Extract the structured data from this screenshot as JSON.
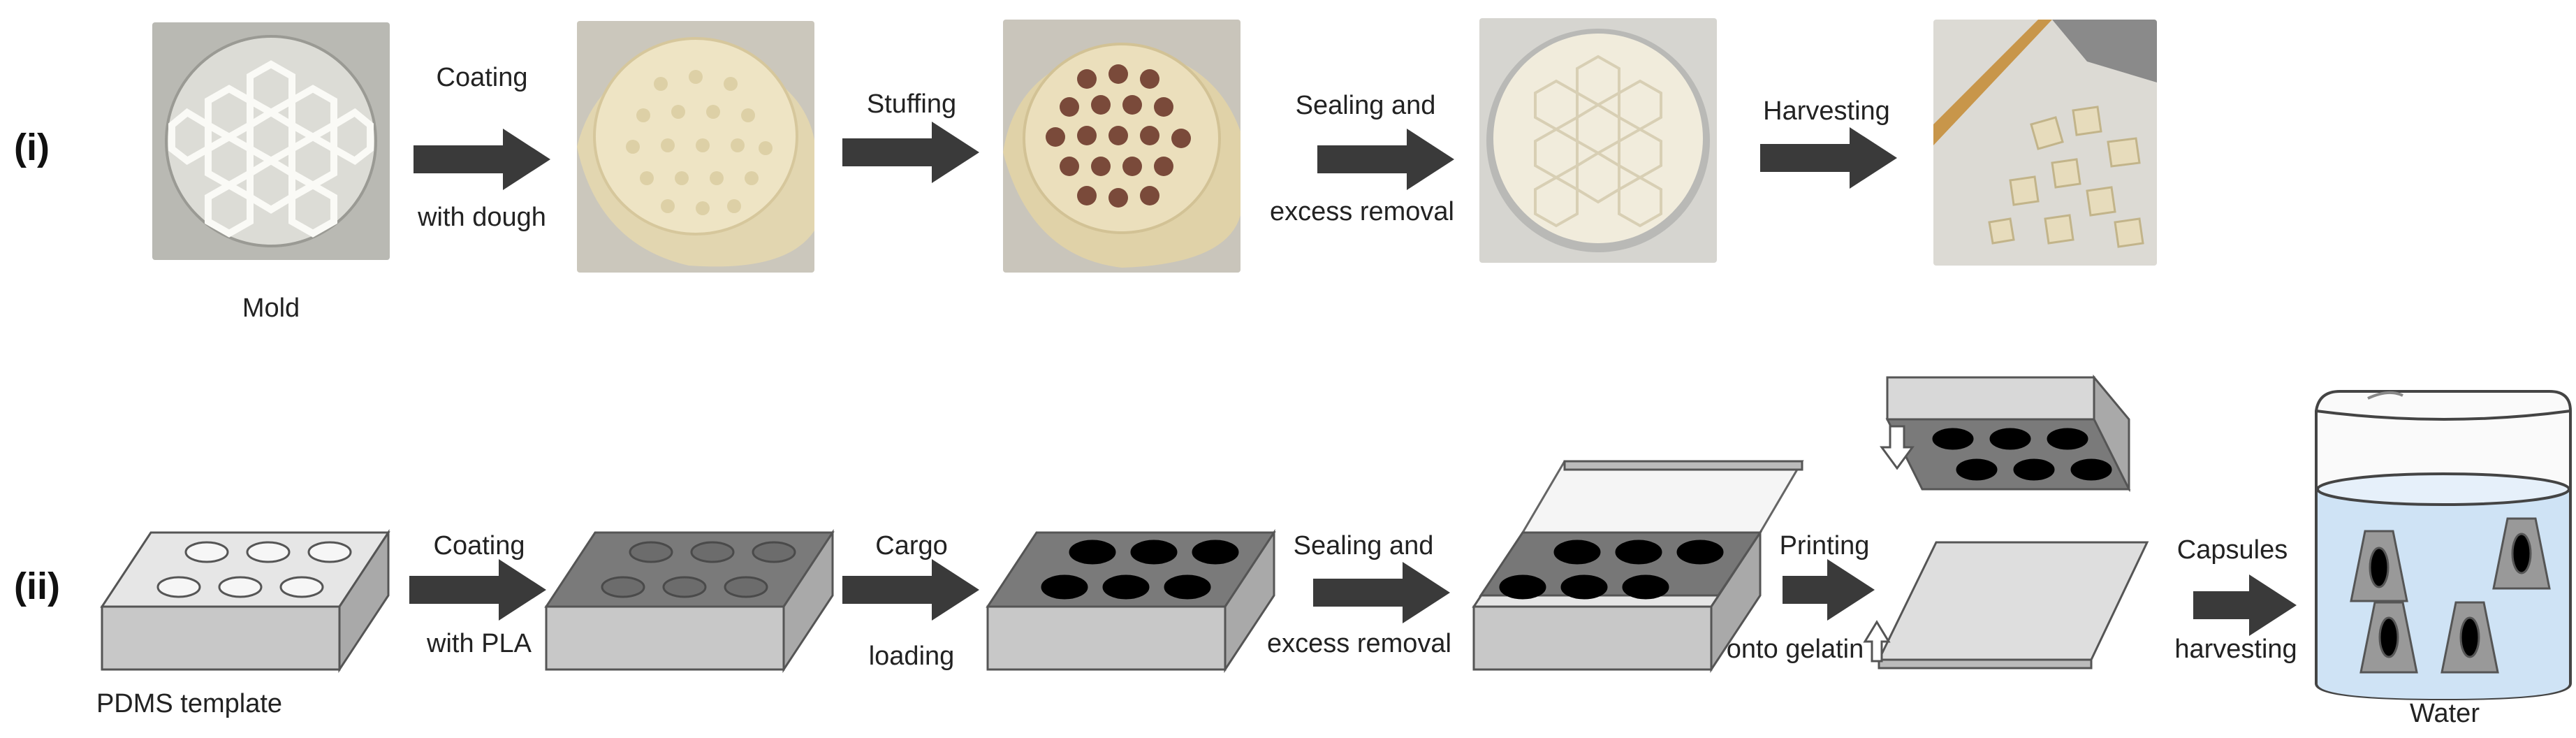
{
  "row_i": {
    "label": "(i)",
    "mold_caption": "Mold",
    "steps": [
      {
        "line1": "Coating",
        "line2": "with dough"
      },
      {
        "line1": "Stuffing",
        "line2": ""
      },
      {
        "line1": "Sealing and",
        "line2": "excess removal"
      },
      {
        "line1": "Harvesting",
        "line2": ""
      }
    ]
  },
  "row_ii": {
    "label": "(ii)",
    "template_caption": "PDMS template",
    "water_caption": "Water",
    "steps": [
      {
        "line1": "Coating",
        "line2": "with PLA"
      },
      {
        "line1": "Cargo",
        "line2": "loading"
      },
      {
        "line1": "Sealing and",
        "line2": "excess removal"
      },
      {
        "line1": "Printing",
        "line2": "onto gelatin"
      },
      {
        "line1": "Capsules",
        "line2": "harvesting"
      }
    ]
  },
  "colors": {
    "arrow": "#3a3a3a",
    "dough": "#e8dcb8",
    "stuffing": "#7a4a3a",
    "water": "#cfe3f5"
  }
}
